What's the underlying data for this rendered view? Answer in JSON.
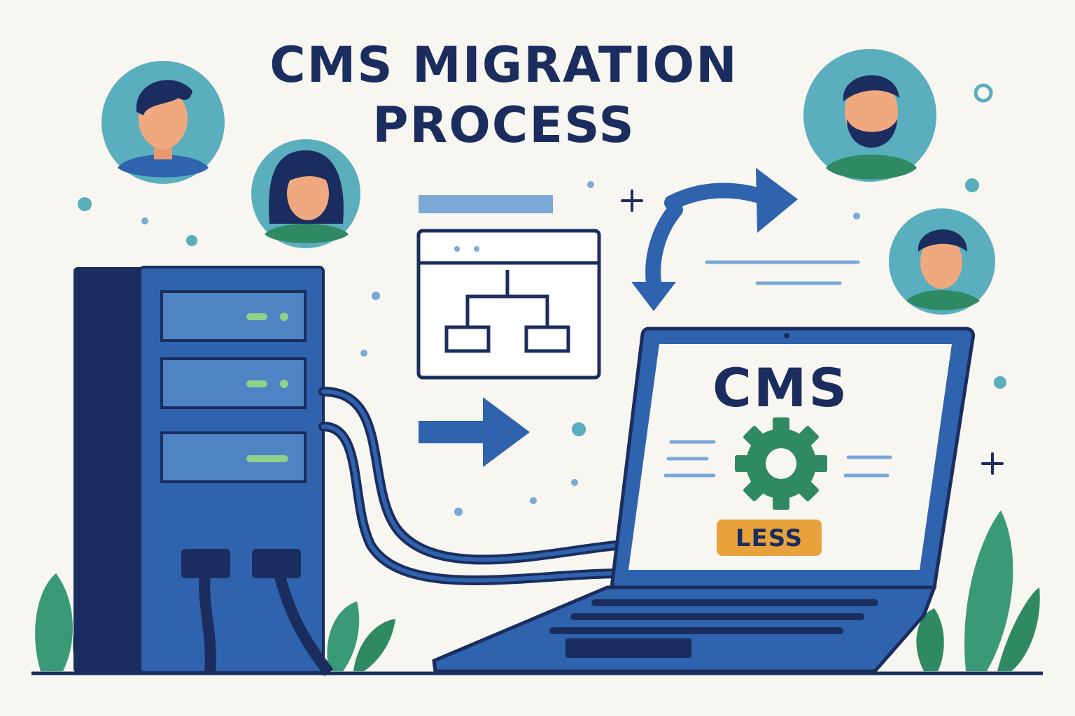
{
  "title": {
    "line1": "CMS MIGRATION",
    "line2": "PROCESS"
  },
  "laptop_screen": {
    "heading": "CMS",
    "badge": "LESS"
  },
  "colors": {
    "background": "#f8f6f1",
    "navy": "#1b2d5e",
    "blue": "#2f63ae",
    "light_blue": "#7aa9d6",
    "teal": "#5aaebd",
    "green": "#2f8a63",
    "badge": "#e7a23c"
  },
  "icons": [
    "server-icon",
    "sitemap-icon",
    "arrow-right-icon",
    "circular-arrows-icon",
    "laptop-icon",
    "gear-icon",
    "plant-icon",
    "user-avatar-icon"
  ]
}
